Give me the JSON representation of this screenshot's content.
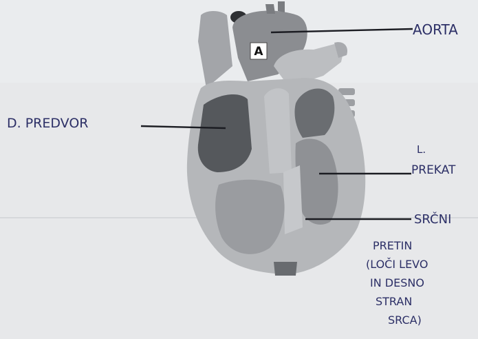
{
  "diagram": {
    "figure_label": "A",
    "annotations": {
      "aorta": "AORTA",
      "right_atrium": "D. PREDVOR",
      "left_ventricle_line1": "L.",
      "left_ventricle_line2": "PREKAT",
      "septum": "SRČNI",
      "septum_note": [
        "PRETIN",
        "(LOČI LEVO",
        "IN DESNO",
        "STRAN",
        "SRCA)"
      ]
    },
    "colors": {
      "paper": "#e7e8ea",
      "ink": "#2c2f66",
      "heart_light": "#b9bbbe",
      "heart_mid": "#8f9195",
      "heart_dark": "#55585c"
    }
  }
}
